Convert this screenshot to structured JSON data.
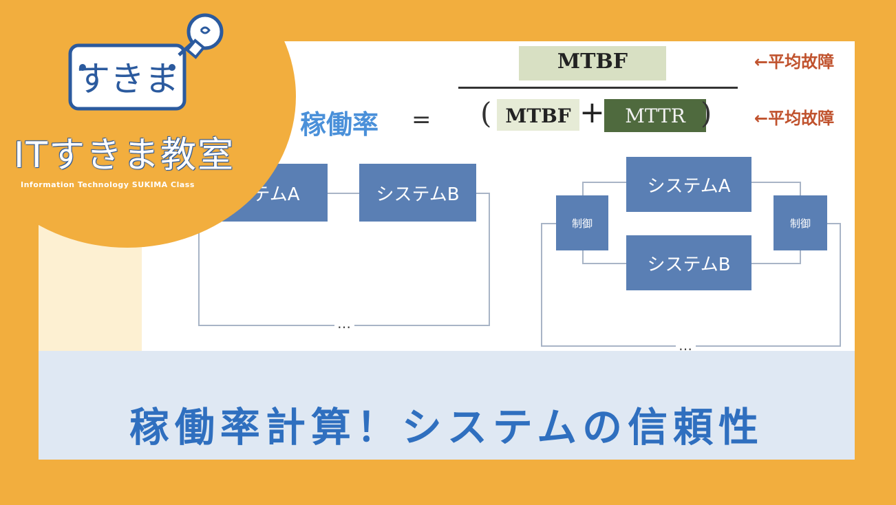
{
  "logo": {
    "hiragana": "すきま",
    "name": "ITすきま教室",
    "tagline": "Information Technology SUKIMA Class"
  },
  "formula": {
    "label": "稼働率",
    "equals": "=",
    "numerator": "MTBF",
    "denominator_left": "MTBF",
    "plus": "+",
    "denominator_right": "MTTR",
    "note_top": "←平均故障",
    "note_bottom": "←平均故障"
  },
  "diagram_series": {
    "system_a": "ステムA",
    "system_b": "システムB",
    "ellipsis": "…"
  },
  "diagram_parallel": {
    "control_left": "制御",
    "control_right": "制御",
    "system_a": "システムA",
    "system_b": "システムB",
    "ellipsis": "…"
  },
  "title": "稼働率計算！システムの信頼性"
}
